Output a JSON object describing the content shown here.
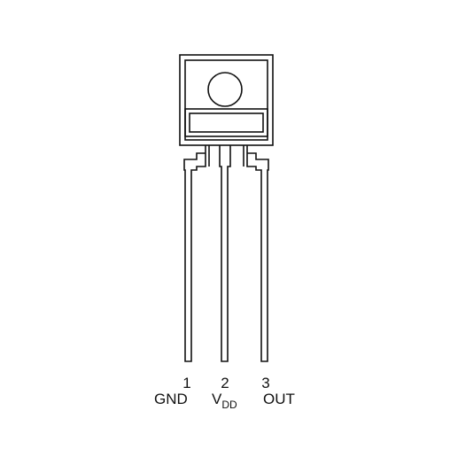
{
  "pins": [
    {
      "number": "1",
      "name": "GND"
    },
    {
      "number": "2",
      "name_main": "V",
      "name_sub": "DD"
    },
    {
      "number": "3",
      "name": "OUT"
    }
  ],
  "colors": {
    "outline": "#111111",
    "background": "#ffffff"
  }
}
